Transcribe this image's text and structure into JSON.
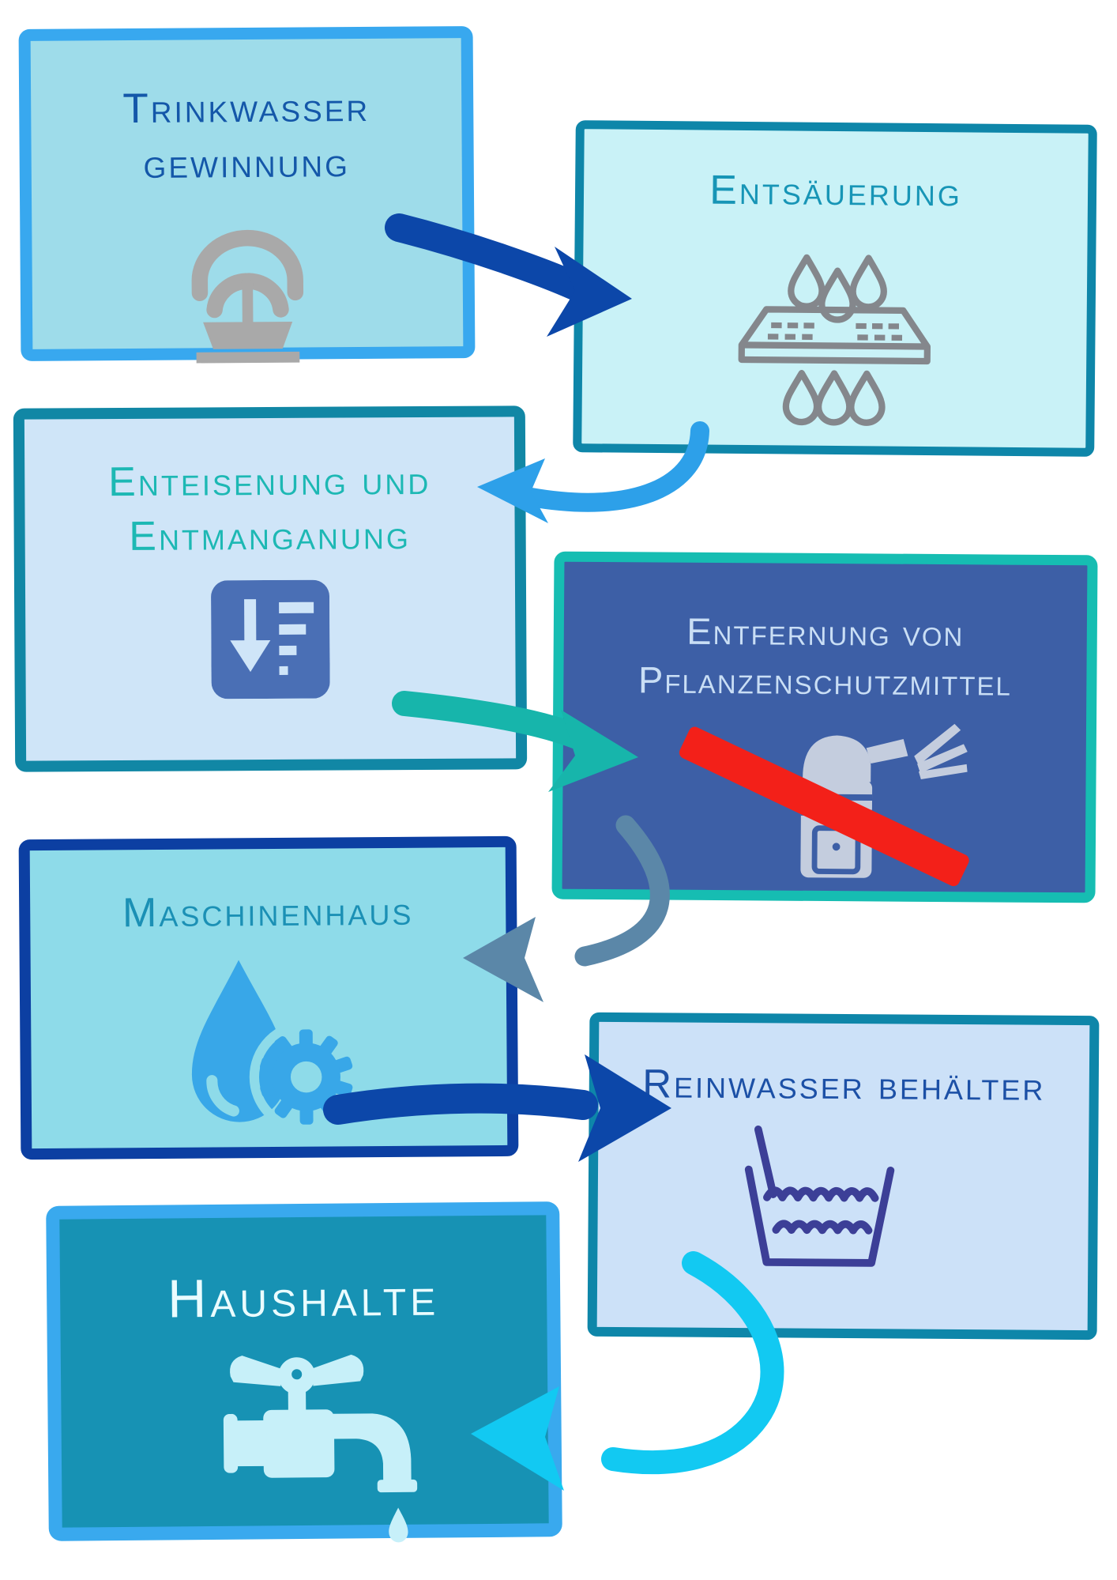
{
  "diagram": {
    "description": "Flowchart of drinking water treatment steps",
    "nodes": [
      {
        "id": "trinkwassergewinnung",
        "label": "Trinkwasser gewinnung",
        "icon": "fountain-icon",
        "bg": "#9edcea",
        "border": "#38a8ef",
        "text_color": "#1457a9"
      },
      {
        "id": "entsaeuerung",
        "label": "Entsäuerung",
        "icon": "water-drops-filter-icon",
        "bg": "#c9f2f7",
        "border": "#0e86a9",
        "text_color": "#1795b6"
      },
      {
        "id": "enteisenung-entmanganung",
        "label": "Enteisenung und Entmanganung",
        "icon": "sort-descending-icon",
        "bg": "#cfe5f8",
        "border": "#1187a5",
        "text_color": "#1db8b4"
      },
      {
        "id": "entfernung-pflanzenschutzmittel",
        "label": "Entfernung von Pflanzenschutzmittel",
        "icon": "no-pesticide-spray-icon",
        "bg": "#3d5fa6",
        "border": "#16bdb2",
        "text_color": "#c9def5"
      },
      {
        "id": "maschinenhaus",
        "label": "Maschinenhaus",
        "icon": "water-drop-gear-icon",
        "bg": "#8edbe9",
        "border": "#0c3fa2",
        "text_color": "#1b90b5"
      },
      {
        "id": "reinwasserbehaelter",
        "label": "Reinwasser behälter",
        "icon": "water-basin-icon",
        "bg": "#cce1f8",
        "border": "#0e86a9",
        "text_color": "#1c50a6"
      },
      {
        "id": "haushalte",
        "label": "Haushalte",
        "icon": "faucet-icon",
        "bg": "#1792b4",
        "border": "#39a9ee",
        "text_color": "#eafcff"
      }
    ],
    "arrows": [
      {
        "from": "trinkwassergewinnung",
        "to": "entsaeuerung",
        "color": "#0c47a9",
        "style": "straight"
      },
      {
        "from": "entsaeuerung",
        "to": "enteisenung-entmanganung",
        "color": "#2da0e9",
        "style": "curved"
      },
      {
        "from": "enteisenung-entmanganung",
        "to": "entfernung-pflanzenschutzmittel",
        "color": "#17b5ab",
        "style": "straight"
      },
      {
        "from": "entfernung-pflanzenschutzmittel",
        "to": "maschinenhaus",
        "color": "#5b87a8",
        "style": "curved"
      },
      {
        "from": "maschinenhaus",
        "to": "reinwasserbehaelter",
        "color": "#0c47a9",
        "style": "straight"
      },
      {
        "from": "reinwasserbehaelter",
        "to": "haushalte",
        "color": "#12c9f2",
        "style": "curved"
      }
    ],
    "icon_colors": {
      "fountain": "#a9a9a9",
      "filter_drops": "#84878c",
      "sort_badge_bg": "#4a6fb5",
      "spray_can": "#c4cdde",
      "prohibition_stripe": "#f32019",
      "drop_gear": "#38a7e8",
      "basin_outline": "#3c3f97",
      "faucet": "#c7f0f9"
    }
  }
}
